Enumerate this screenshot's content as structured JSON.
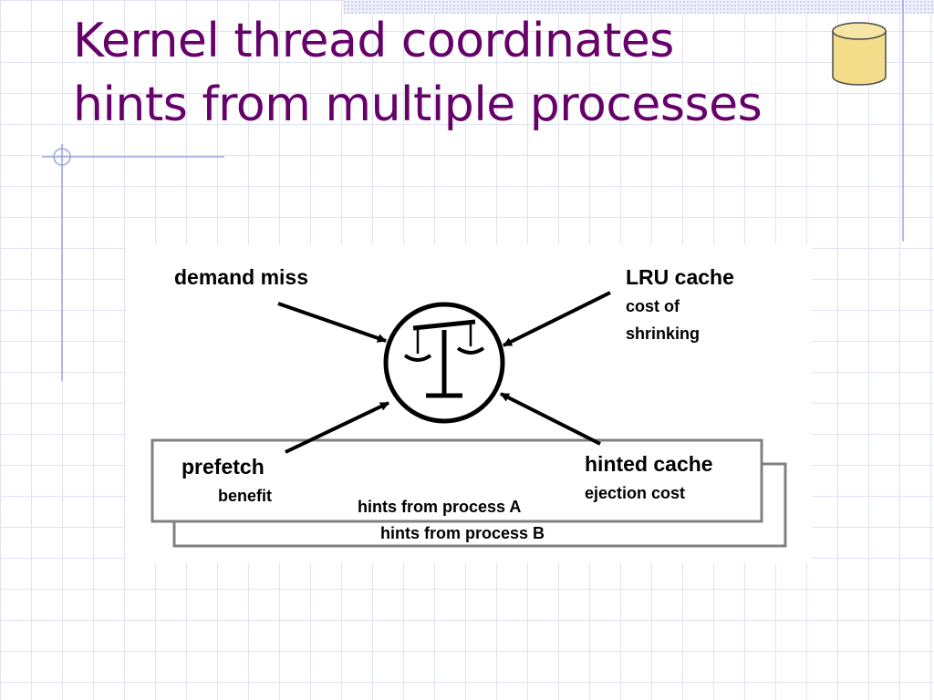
{
  "slide": {
    "title_line1": "Kernel thread coordinates",
    "title_line2": "hints from multiple processes",
    "title_color": "#66006a",
    "decor_icon": "database-cylinder-icon"
  },
  "diagram": {
    "center_icon": "balance-scale-icon",
    "demand_miss": "demand miss",
    "lru_cache": "LRU cache",
    "lru_cost_line1": "cost of",
    "lru_cost_line2": "shrinking",
    "prefetch": "prefetch",
    "prefetch_benefit": "benefit",
    "hinted_cache": "hinted cache",
    "hinted_cost": "ejection cost",
    "process_a": "hints from process A",
    "process_b": "hints from process B"
  }
}
